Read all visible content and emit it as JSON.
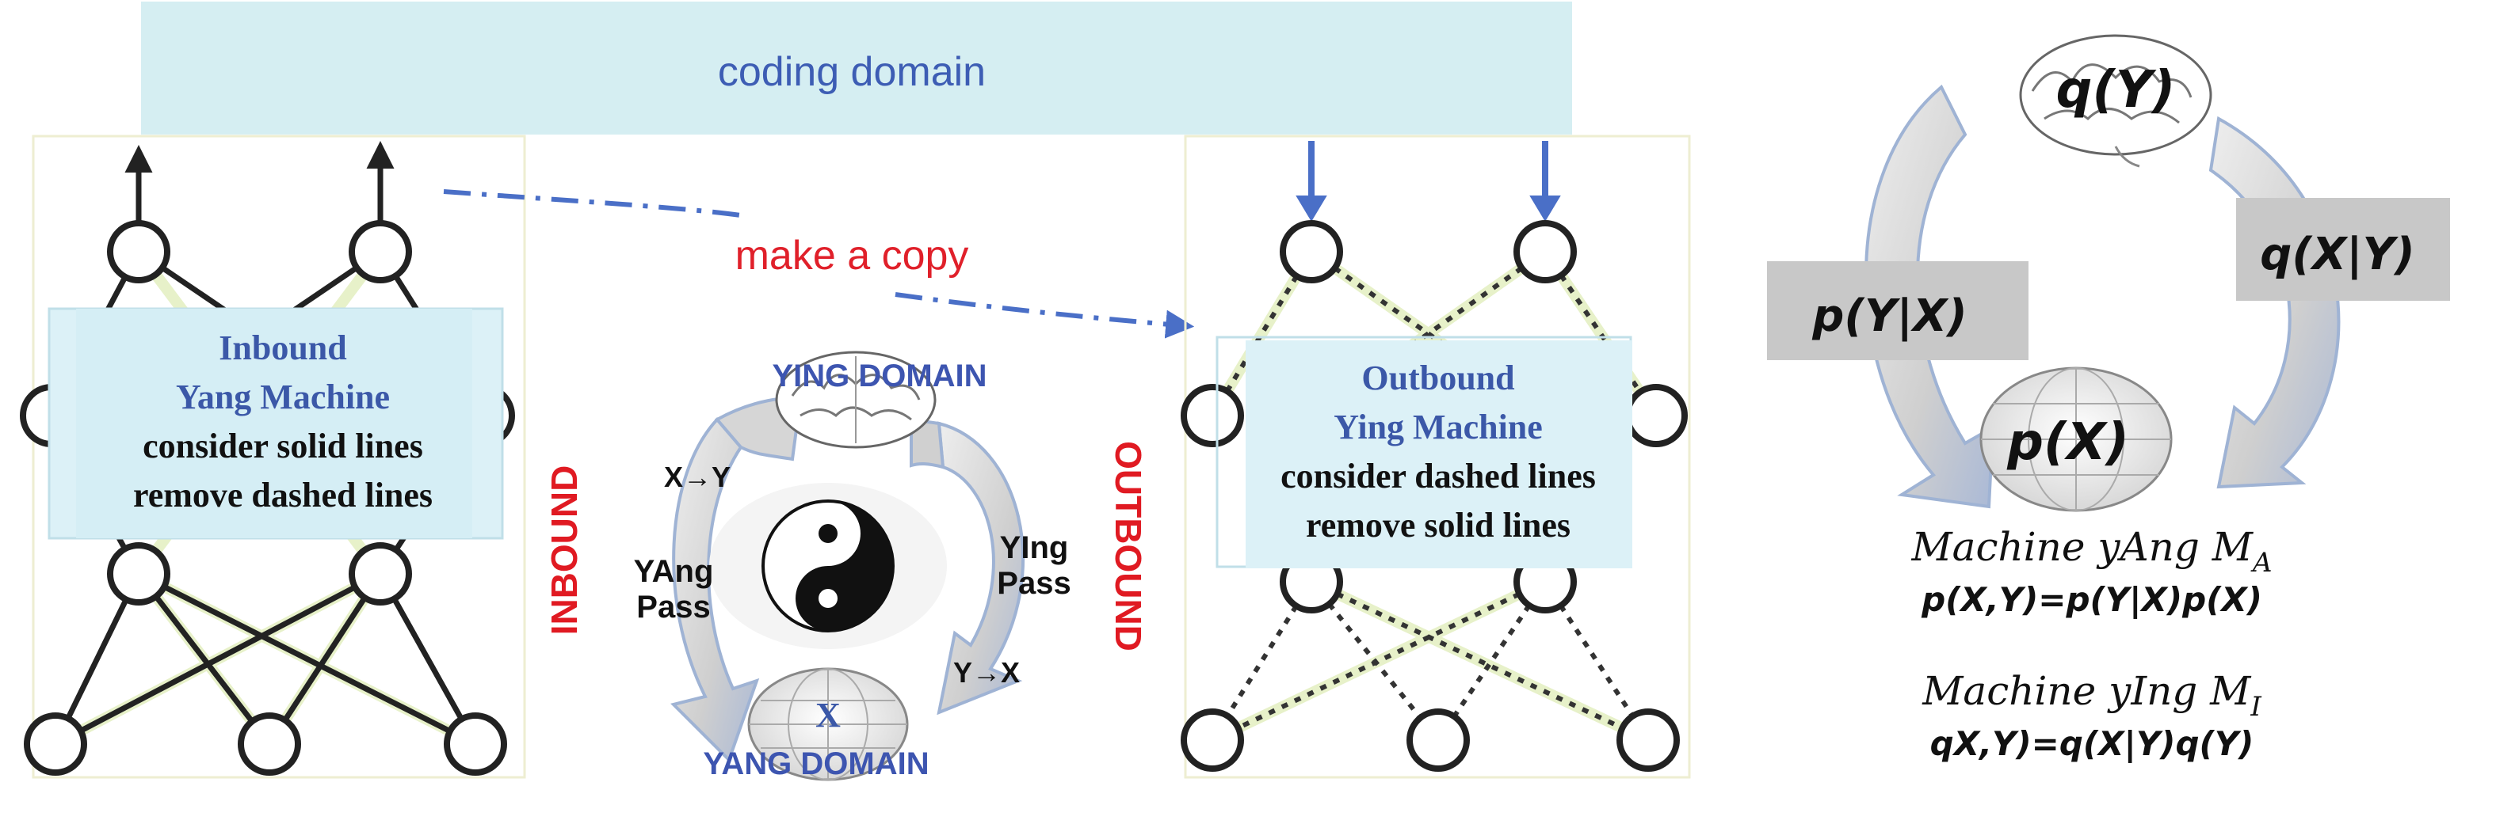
{
  "coding_domain_label": "coding domain",
  "copy_label": "make a copy",
  "inbound_box": {
    "title_line1": "Inbound",
    "title_line2": "Yang Machine",
    "line3": "consider solid lines",
    "line4": "remove dashed lines"
  },
  "outbound_box": {
    "title_line1": "Outbound",
    "title_line2": "Ying Machine",
    "line3": "consider dashed lines",
    "line4": "remove solid lines"
  },
  "cycle": {
    "ying_domain": "YING DOMAIN",
    "yang_domain": "YANG DOMAIN",
    "inbound": "INBOUND",
    "outbound": "OUTBOUND",
    "yang_pass_line1": "YAng",
    "yang_pass_line2": "Pass",
    "ying_pass_line1": "YIng",
    "ying_pass_line2": "Pass",
    "x_to_y": "X→Y",
    "y_to_x": "Y→X",
    "x_label": "X"
  },
  "right_panel": {
    "q_y": "q(Y)",
    "q_x_given_y": "q(X|Y)",
    "p_y_given_x": "p(Y|X)",
    "p_x": "p(X)",
    "machine_yang": "Machine yAng M",
    "machine_yang_sub": "A",
    "eq_yang": "p(X,Y)=p(Y|X)p(X)",
    "machine_ying": "Machine yIng M",
    "machine_ying_sub": "I",
    "eq_ying": "qX,Y)=q(X|Y)q(Y)"
  },
  "colors": {
    "coding_band": "#d5eef2",
    "info_box": "#dcf1f7",
    "dash_arrow": "#4a6fc7",
    "red": "#e0202a",
    "blue_text": "#3b58a8",
    "gray_box": "#c8c8c8",
    "arrow_blue": "#4a6fc7"
  }
}
